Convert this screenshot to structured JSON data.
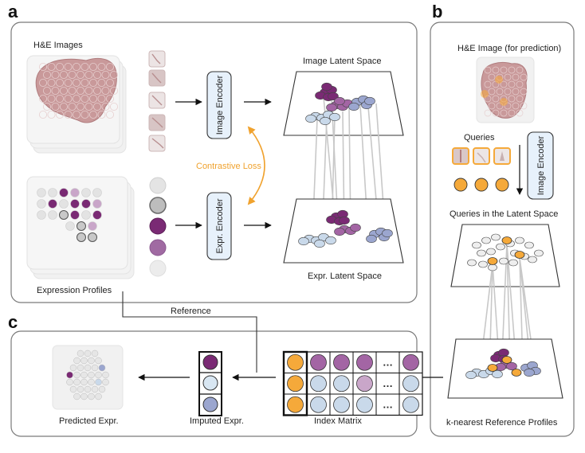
{
  "panels": {
    "a": {
      "letter": "a",
      "he_images": "H&E Images",
      "expression_profiles": "Expression Profiles",
      "image_encoder": "Image Encoder",
      "expr_encoder": "Expr. Encoder",
      "contrastive_loss": "Contrastive Loss",
      "image_latent_space": "Image Latent Space",
      "expr_latent_space": "Expr. Latent Space"
    },
    "b": {
      "letter": "b",
      "he_image_prediction": "H&E Image (for prediction)",
      "queries": "Queries",
      "image_encoder": "Image Encoder",
      "queries_latent": "Queries in the Latent Space",
      "knn_profiles": "k-nearest Reference Profiles"
    },
    "c": {
      "letter": "c",
      "reference": "Reference",
      "predicted_expr": "Predicted Expr.",
      "imputed_expr": "Imputed Expr.",
      "index_matrix": "Index Matrix",
      "ellipsis": "…"
    }
  },
  "colors": {
    "orange": "#f5a93a",
    "dark_purple": "#7a2a74",
    "mid_purple": "#a365a4",
    "light_purple": "#c9a6c9",
    "light_blue": "#c9d9ea",
    "periwinkle": "#9ba6cf",
    "grey": "#bdbdbd",
    "tissue": "#c9999a"
  }
}
